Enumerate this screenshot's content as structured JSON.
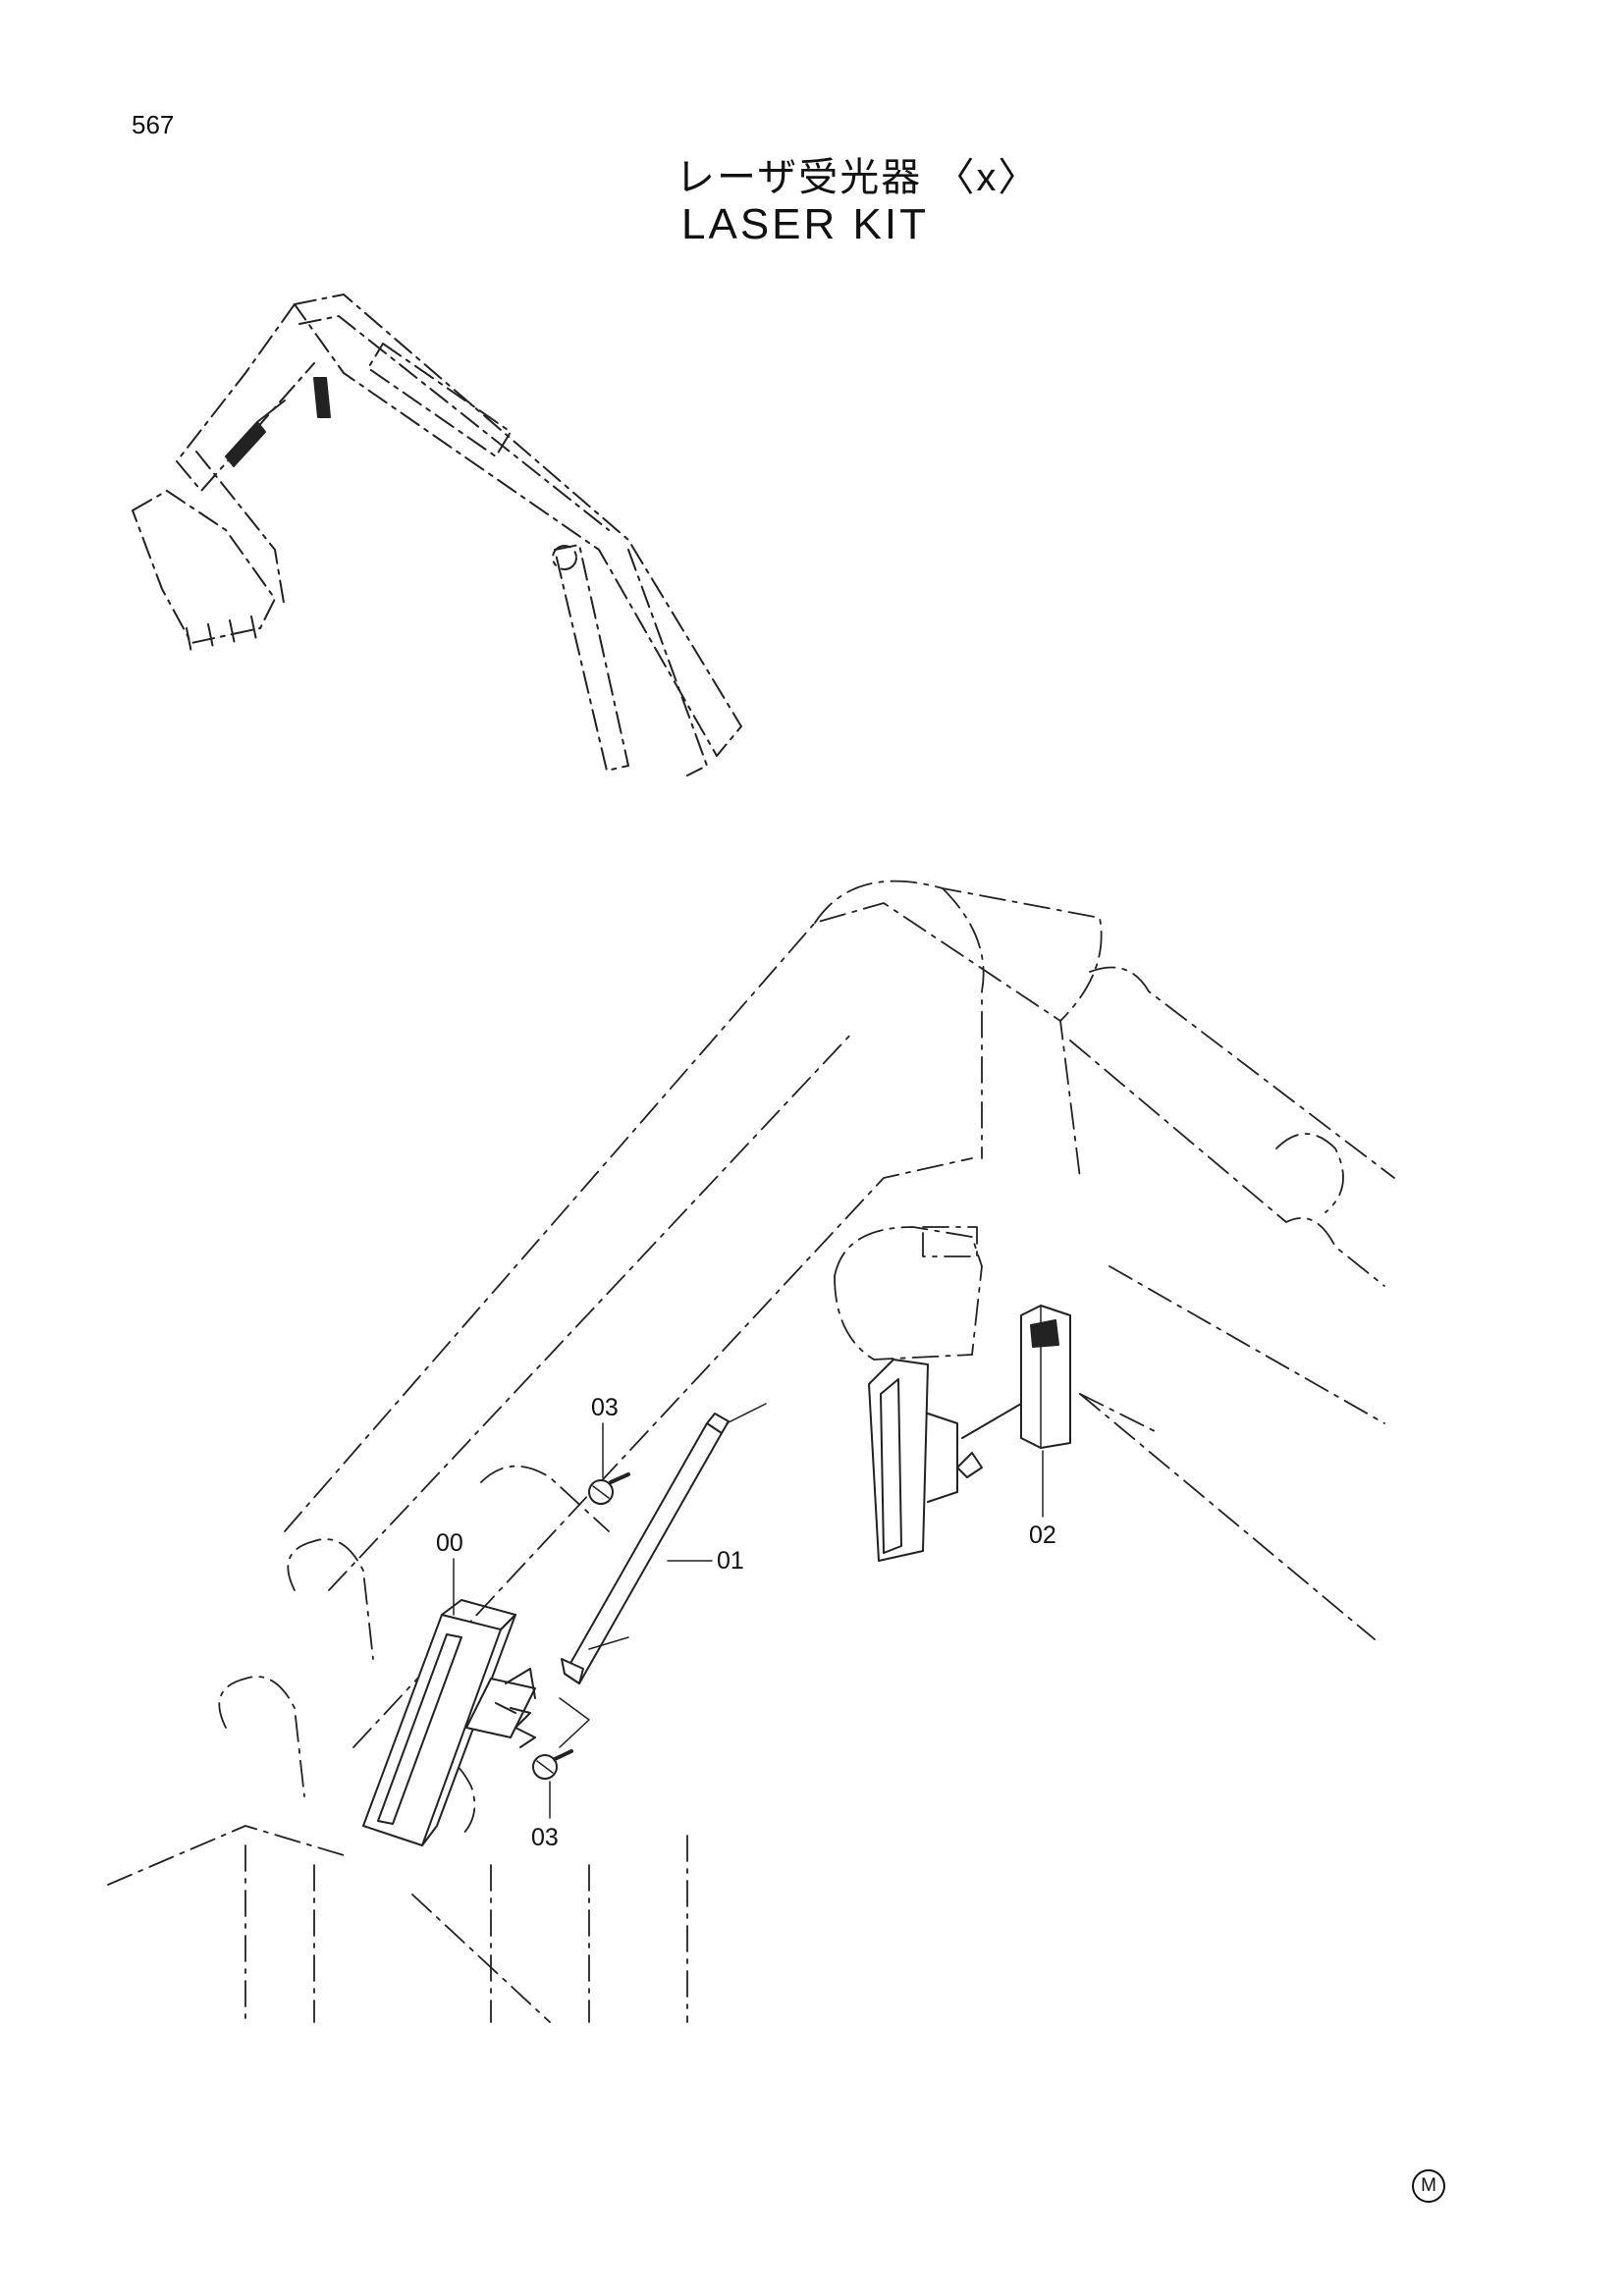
{
  "page_number": "567",
  "title_jp": "レーザ受光器 〈x〉",
  "title_en": "LASER KIT",
  "callouts": {
    "c00": "00",
    "c01": "01",
    "c02": "02",
    "c03_upper": "03",
    "c03_lower": "03"
  },
  "badge": "M"
}
